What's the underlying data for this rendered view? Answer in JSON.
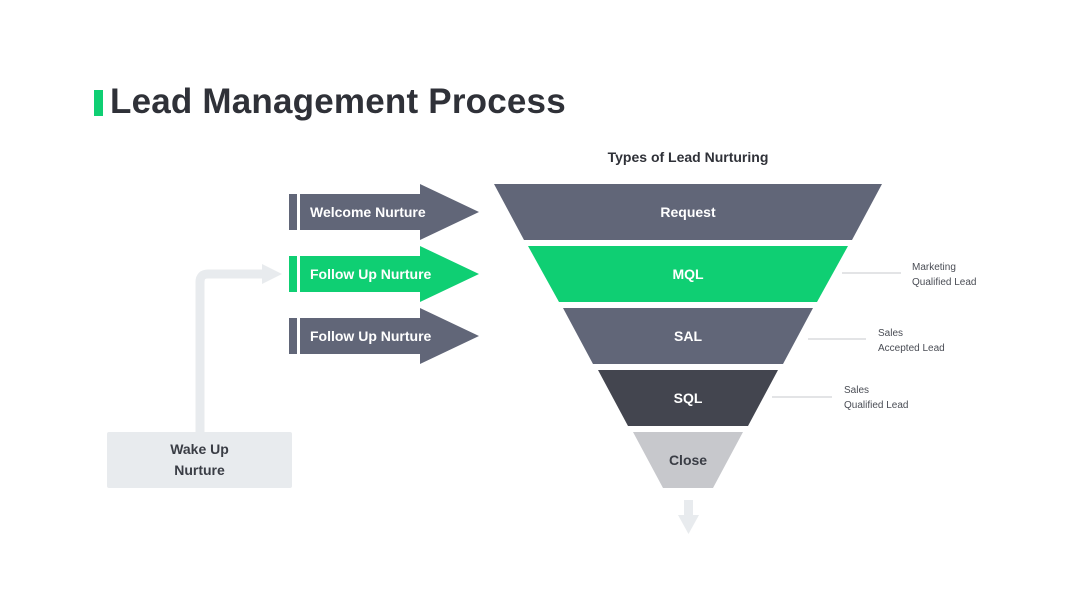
{
  "title": "Lead Management Process",
  "subtitle": "Types of Lead Nurturing",
  "colors": {
    "accent_green": "#0fcf73",
    "slate": "#616678",
    "dark_slate": "#43454f",
    "light_gray": "#c7c8cc",
    "pale": "#e8ebee"
  },
  "arrows": [
    {
      "label": "Welcome Nurture",
      "color": "#616678"
    },
    {
      "label": "Follow Up Nurture",
      "color": "#0fcf73"
    },
    {
      "label": "Follow Up Nurture",
      "color": "#616678"
    }
  ],
  "funnel": [
    {
      "label": "Request",
      "color": "#616678",
      "note": []
    },
    {
      "label": "MQL",
      "color": "#0fcf73",
      "note": [
        "Marketing",
        "Qualified Lead"
      ]
    },
    {
      "label": "SAL",
      "color": "#616678",
      "note": [
        "Sales",
        "Accepted Lead"
      ]
    },
    {
      "label": "SQL",
      "color": "#43454f",
      "note": [
        "Sales",
        "Qualified Lead"
      ]
    },
    {
      "label": "Close",
      "color": "#c7c8cc",
      "note": []
    }
  ],
  "wake_up": {
    "line1": "Wake Up",
    "line2": "Nurture"
  }
}
